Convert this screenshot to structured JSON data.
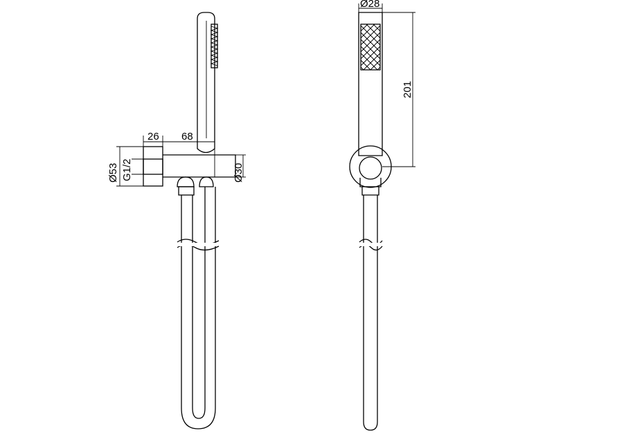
{
  "dimensions": {
    "projection": "26",
    "bracket_length": "68",
    "outlet_diameter": "Ø53",
    "thread": "G1/2",
    "holder_diameter": "Ø30",
    "handle_diameter": "Ø28",
    "handle_length": "201"
  }
}
